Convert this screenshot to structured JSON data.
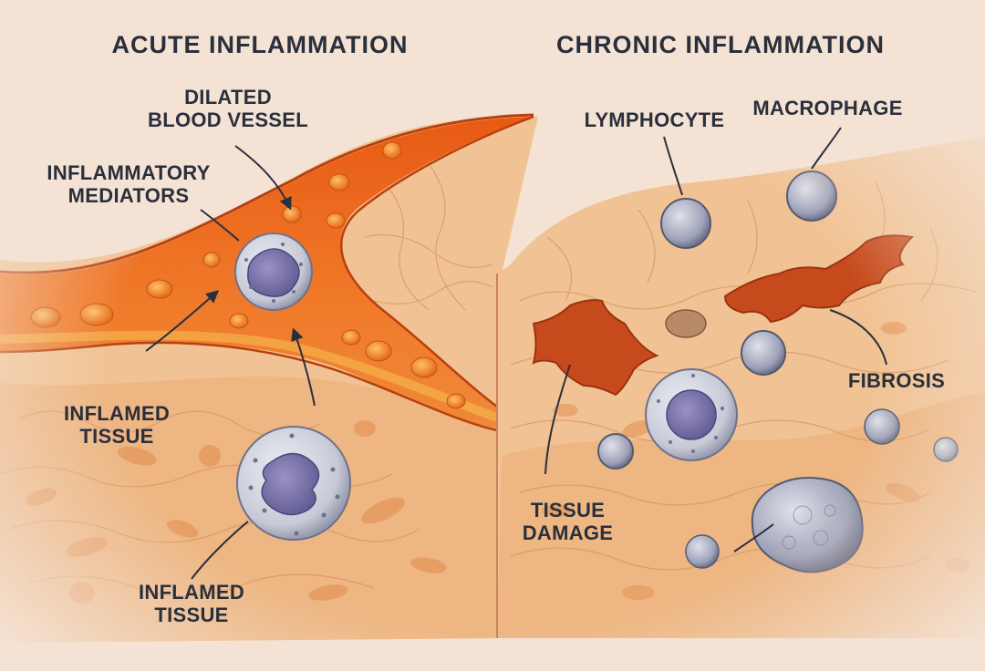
{
  "panels": {
    "acute": {
      "title": "ACUTE INFLAMMATION",
      "labels": {
        "vessel_line1": "DILATED",
        "vessel_line2": "BLOOD VESSEL",
        "mediators_line1": "INFLAMMATORY",
        "mediators_line2": "MEDIATORS",
        "tissue_mid_line1": "INFLAMED",
        "tissue_mid_line2": "TISSUE",
        "tissue_bottom_line1": "INFLAMED",
        "tissue_bottom_line2": "TISSUE"
      }
    },
    "chronic": {
      "title": "CHRONIC INFLAMMATION",
      "labels": {
        "lymphocyte": "LYMPHOCYTE",
        "macrophage": "MACROPHAGE",
        "fibrosis": "FIBROSIS",
        "damage_line1": "TISSUE",
        "damage_line2": "DAMAGE"
      }
    }
  },
  "colors": {
    "background": "#f4e3d5",
    "tissue": "#efbe8c",
    "vessel": "#e8641e",
    "cell": "#c9cbd6",
    "nucleus": "#7b74ad",
    "lesion": "#c74a1c",
    "text": "#2a2f3c"
  }
}
